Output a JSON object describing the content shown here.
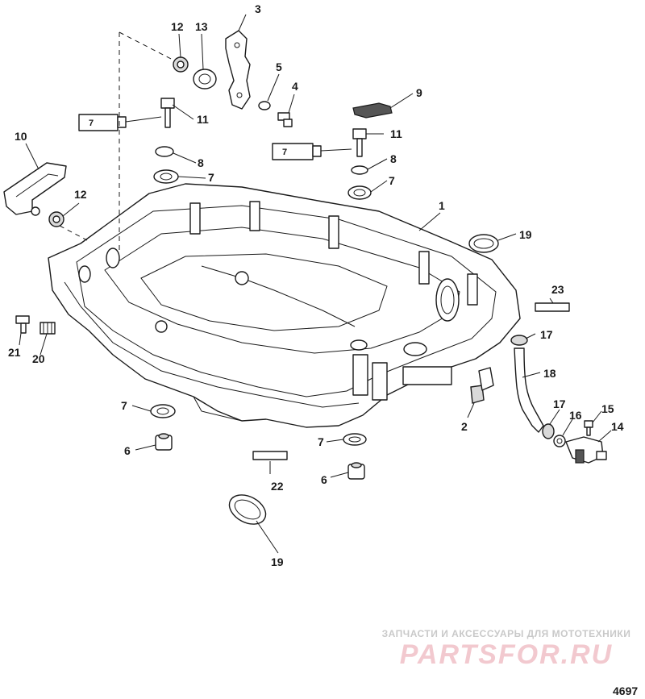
{
  "diagram_id": "4697",
  "watermark": {
    "tagline": "ЗАПЧАСТИ И АКСЕССУАРЫ ДЛЯ МОТОТЕХНИКИ",
    "brand": "PARTSFOR.RU"
  },
  "callouts": [
    "1",
    "2",
    "3",
    "4",
    "5",
    "6",
    "6",
    "7",
    "7",
    "7",
    "7",
    "8",
    "8",
    "9",
    "10",
    "11",
    "11",
    "12",
    "12",
    "13",
    "14",
    "15",
    "16",
    "17",
    "17",
    "18",
    "19",
    "19",
    "20",
    "21",
    "22",
    "23"
  ],
  "tube_labels": [
    "7",
    "7"
  ],
  "colors": {
    "line": "#1a1a1a",
    "watermark_red": "#f2c9cf",
    "watermark_grey": "#c9c9c9"
  }
}
